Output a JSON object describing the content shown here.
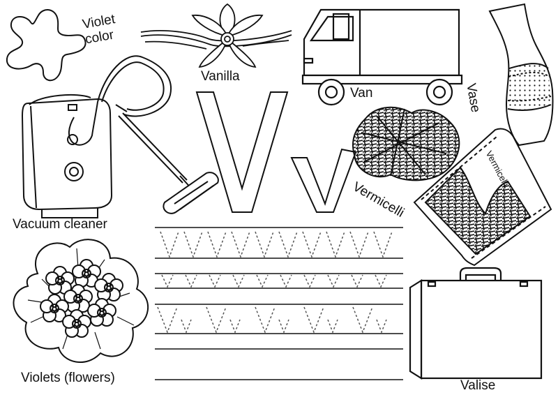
{
  "labels": {
    "violet_color_line1": "Violet",
    "violet_color_line2": "color",
    "vanilla": "Vanilla",
    "van": "Van",
    "vase": "Vase",
    "vacuum_cleaner": "Vacuum cleaner",
    "vermicelli": "Vermicelli",
    "vermicelli_package": "Vermicelli",
    "violets_flowers": "Violets (flowers)",
    "valise": "Valise"
  },
  "letters": {
    "upper": "V",
    "lower": "v"
  },
  "colors": {
    "ink": "#111111",
    "paper": "#ffffff",
    "trace": "#555555"
  }
}
